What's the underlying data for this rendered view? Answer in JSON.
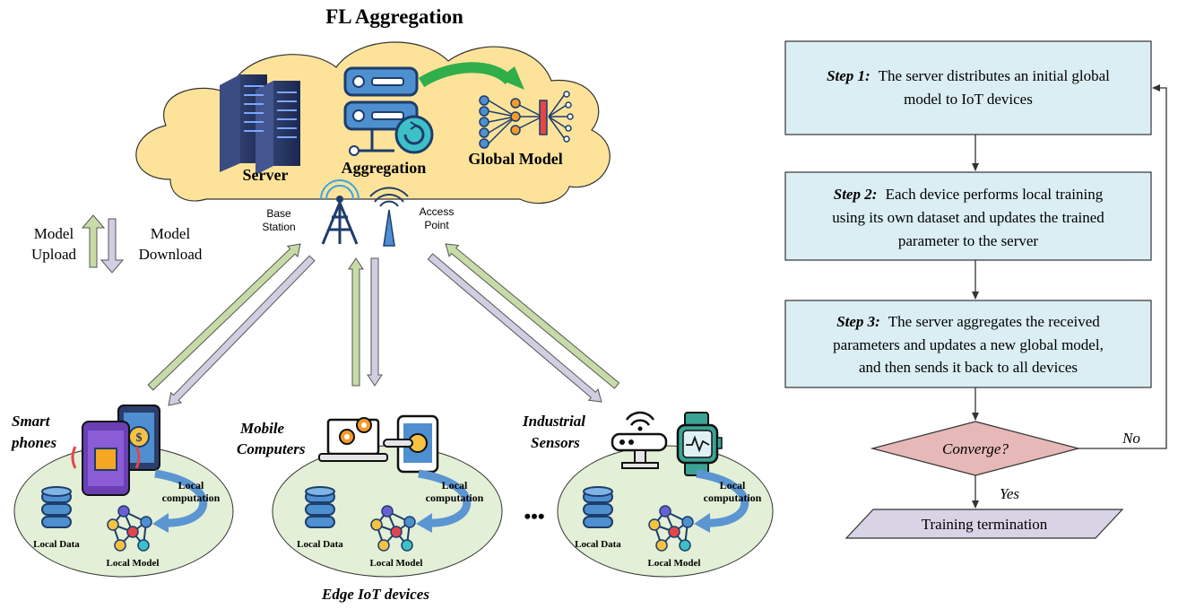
{
  "left": {
    "title": "FL Aggregation",
    "cloud": {
      "server_label": "Server",
      "aggregation_label": "Aggregation",
      "global_model_label": "Global Model"
    },
    "base_station": [
      "Base",
      "Station"
    ],
    "access_point": [
      "Access",
      "Point"
    ],
    "legend": {
      "upload": [
        "Model",
        "Upload"
      ],
      "download": [
        "Model",
        "Download"
      ],
      "upload_color": "#c7dba7",
      "download_color": "#d3cde2"
    },
    "devices": [
      {
        "name": [
          "Smart",
          "phones"
        ],
        "local_computation": [
          "Local",
          "computation"
        ],
        "local_data": "Local Data",
        "local_model": "Local Model"
      },
      {
        "name": [
          "Mobile",
          "Computers"
        ],
        "local_computation": [
          "Local",
          "computation"
        ],
        "local_data": "Local Data",
        "local_model": "Local Model"
      },
      {
        "name": [
          "Industrial",
          "Sensors"
        ],
        "local_computation": [
          "Local",
          "computation"
        ],
        "local_data": "Local Data",
        "local_model": "Local Model"
      }
    ],
    "ellipsis": "•••",
    "footer": "Edge IoT devices",
    "cloud_color": "#fde39a",
    "ellipse_color": "#e3efd6"
  },
  "flow": {
    "steps": [
      {
        "label": "Step 1:",
        "lines": [
          "The server distributes an initial global",
          "model to IoT devices"
        ]
      },
      {
        "label": "Step 2:",
        "lines": [
          "Each device performs local training",
          "using its own dataset and updates the trained",
          "parameter to the server"
        ]
      },
      {
        "label": "Step 3:",
        "lines": [
          "The server aggregates the received",
          "parameters and updates a new global model,",
          "and then sends it back to all devices"
        ]
      }
    ],
    "decision": "Converge?",
    "no_label": "No",
    "yes_label": "Yes",
    "terminal": "Training termination",
    "step_fill": "#daeef3",
    "decision_fill": "#e6b8b7",
    "terminal_fill": "#d9d3e6"
  }
}
